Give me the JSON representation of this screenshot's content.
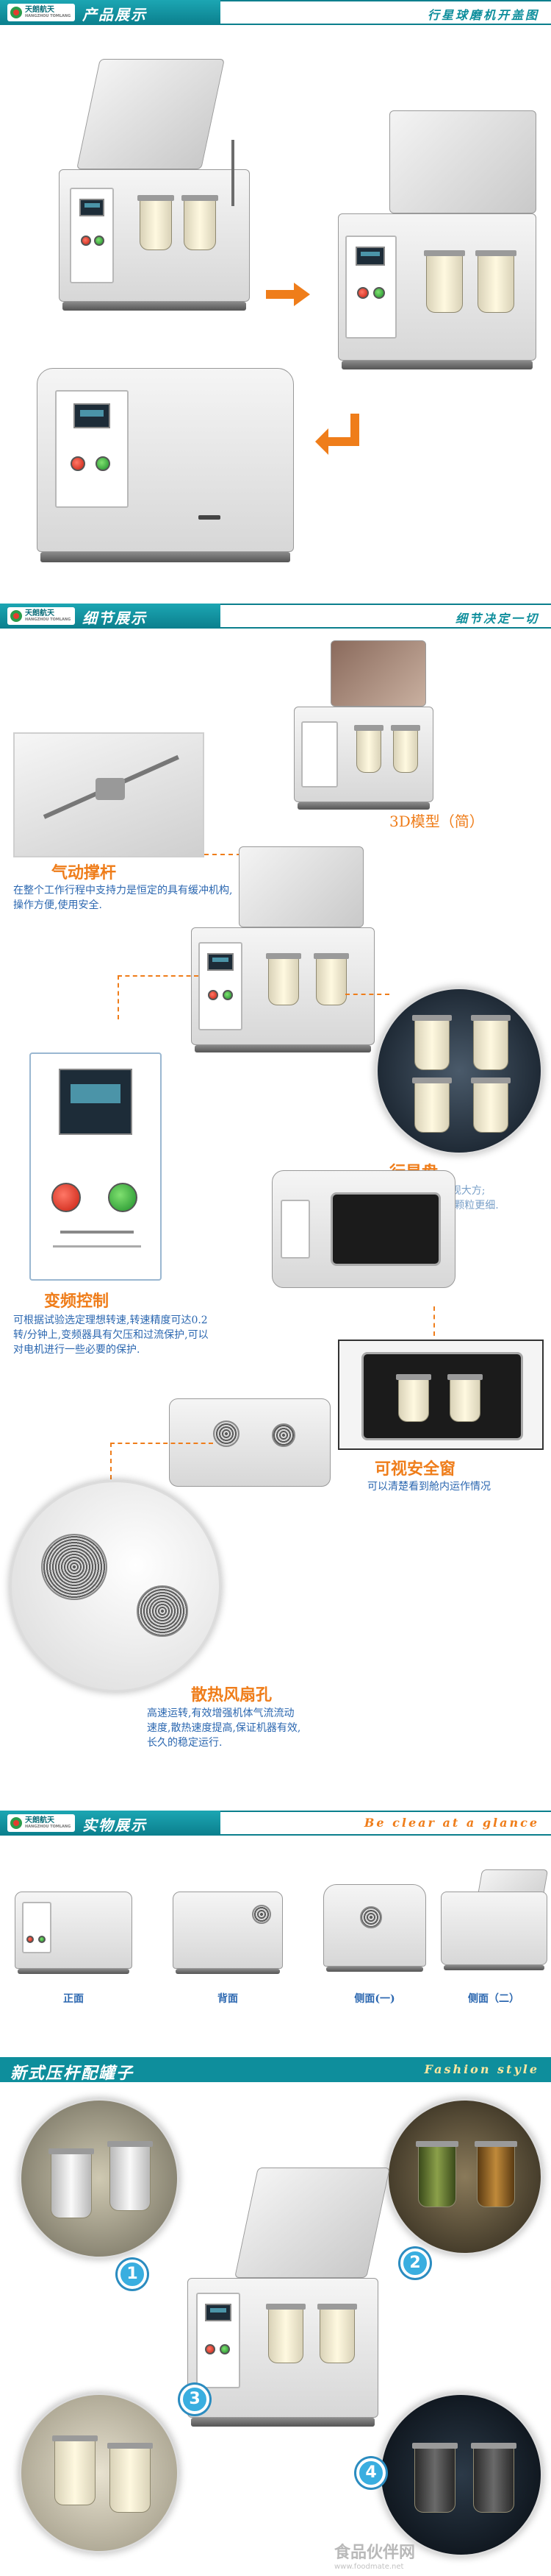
{
  "brand": {
    "logo_text": "天朗航天",
    "logo_sub": "HANGZHOU TOMLANG"
  },
  "section1": {
    "title": "产品展示",
    "right_text": "行星球磨机开盖图"
  },
  "section2": {
    "title": "细节展示",
    "right_text": "细节决定一切",
    "model_label": "3D模型（简）",
    "strut": {
      "title": "气动撑杆",
      "body": "在整个工作行程中支持力是恒定的具有缓冲机构,操作方便,使用安全."
    },
    "planetary": {
      "title": "行星盘",
      "line1": "1.采用新式压杆,精致美观大方;",
      "line2": "2.转速稳定,效率高,研磨颗粒更细."
    },
    "inverter": {
      "title": "变频控制",
      "body": "可根据试验选定理想转速,转速精度可达0.2转/分钟上,变频器具有欠压和过流保护,可以对电机进行一些必要的保护."
    },
    "window": {
      "title": "可视安全窗",
      "body": "可以清楚看到舱内运作情况"
    },
    "fan": {
      "title": "散热风扇孔",
      "body": "高速运转,有效增强机体气流流动速度,散热速度提高,保证机器有效,长久的稳定运行."
    }
  },
  "section3": {
    "title": "实物展示",
    "right_text": "Be clear at a glance",
    "views": [
      "正面",
      "背面",
      "侧面(一)",
      "侧面（二）"
    ]
  },
  "section4": {
    "title": "新式压杆配罐子",
    "right_text": "Fashion  style",
    "badges": [
      "1",
      "2",
      "3",
      "4"
    ]
  },
  "watermark": {
    "text": "食品伙伴网",
    "url": "www.foodmate.net"
  },
  "colors": {
    "teal": "#0b7f8d",
    "orange": "#ef7d1a",
    "blue_text": "#2b67b0",
    "badge_blue": "#39aee0"
  }
}
